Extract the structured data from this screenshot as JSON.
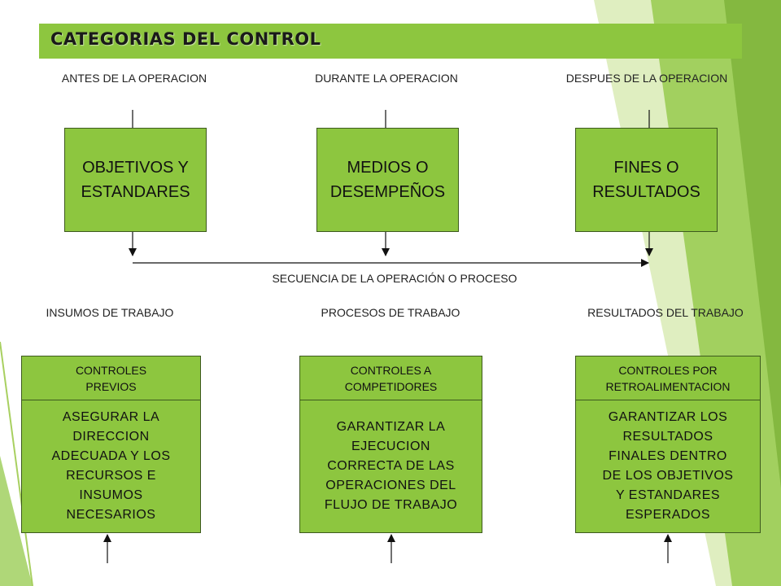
{
  "title": "CATEGORIAS DEL CONTROL",
  "phases": [
    "ANTES DE LA\nOPERACION",
    "DURANTE LA\nOPERACION",
    "DESPUES DE LA\nOPERACION"
  ],
  "boxes": [
    "OBJETIVOS Y\nESTANDARES",
    "MEDIOS O\nDESEMPEÑOS",
    "FINES O\nRESULTADOS"
  ],
  "sequence_label": "SECUENCIA DE LA OPERACIÓN O PROCESO",
  "categories": [
    "INSUMOS DE\nTRABAJO",
    "PROCESOS DE\nTRABAJO",
    "RESULTADOS DEL\nTRABAJO"
  ],
  "controls": [
    {
      "header": "CONTROLES\nPREVIOS",
      "body": "ASEGURAR LA\nDIRECCION\nADECUADA Y LOS\nRECURSOS E\nINSUMOS\nNECESARIOS"
    },
    {
      "header": "CONTROLES A\nCOMPETIDORES",
      "body": "GARANTIZAR LA\nEJECUCION\nCORRECTA DE LAS\nOPERACIONES DEL\nFLUJO DE TRABAJO"
    },
    {
      "header": "CONTROLES POR\nRETROALIMENTACION",
      "body": "GARANTIZAR LOS\nRESULTADOS\nFINALES DENTRO\nDE LOS OBJETIVOS\nY ESTANDARES\nESPERADOS"
    }
  ],
  "colors": {
    "box_fill": "#8dc63f",
    "accent_light": "#c5e08c",
    "accent_dark": "#6fa82c"
  }
}
